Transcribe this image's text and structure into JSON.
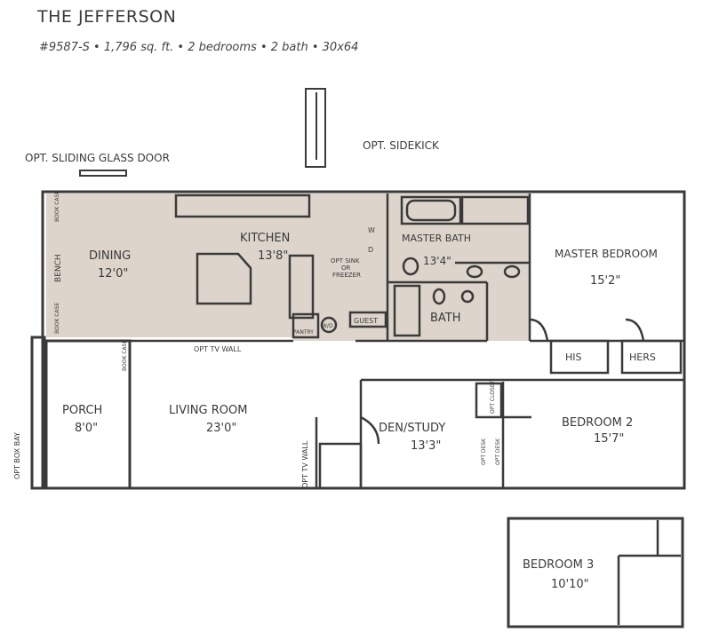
{
  "header": {
    "title": "THE JEFFERSON",
    "subtitle": "#9587-S • 1,796 sq. ft. • 2 bedrooms • 2 bath • 30x64"
  },
  "options": {
    "sliding_door": "OPT. SLIDING GLASS DOOR",
    "sidekick": "OPT. SIDEKICK",
    "box_bay": "OPT BOX BAY",
    "tv_wall_top": "OPT TV WALL",
    "tv_wall_side": "OPT TV WALL",
    "sink": "OPT SINK",
    "or": "OR",
    "freezer": "FREEZER",
    "pantry": "PANTRY",
    "wd": "W/D",
    "guest": "GUEST",
    "w": "W",
    "d": "D",
    "bench": "BENCH",
    "book_case_1": "BOOK CASE",
    "book_case_2": "BOOK CASE",
    "book_case_3": "BOOK CASE",
    "opt_desk_1": "OPT DESK",
    "opt_desk_2": "OPT DESK",
    "opt_closet": "OPT CLOSET"
  },
  "rooms": {
    "dining": {
      "name": "DINING",
      "size": "12'0\""
    },
    "kitchen": {
      "name": "KITCHEN",
      "size": "13'8\""
    },
    "master_bath": {
      "name": "MASTER BATH",
      "size": "13'4\""
    },
    "master_bedroom": {
      "name": "MASTER BEDROOM",
      "size": "15'2\""
    },
    "bath": {
      "name": "BATH"
    },
    "his": {
      "name": "HIS"
    },
    "hers": {
      "name": "HERS"
    },
    "porch": {
      "name": "PORCH",
      "size": "8'0\""
    },
    "living_room": {
      "name": "LIVING ROOM",
      "size": "23'0\""
    },
    "den_study": {
      "name": "DEN/STUDY",
      "size": "13'3\""
    },
    "bedroom_2": {
      "name": "BEDROOM 2",
      "size": "15'7\""
    },
    "bedroom_3": {
      "name": "BEDROOM 3",
      "size": "10'10\""
    }
  },
  "colors": {
    "floor_fill": "#ddd5cb",
    "wall": "#3a3a3a",
    "background": "#ffffff"
  }
}
